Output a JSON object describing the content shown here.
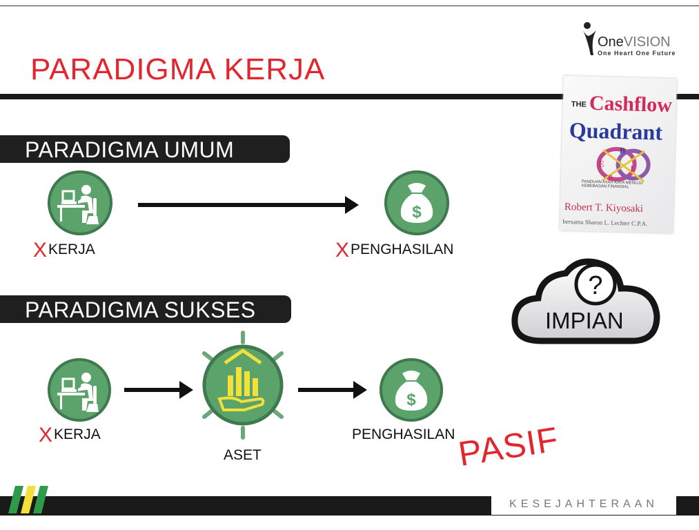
{
  "slide": {
    "title": "PARADIGMA KERJA",
    "footer_label": "KESEJAHTERAAN"
  },
  "logo": {
    "name_one": "One",
    "name_vision": "VISION",
    "tagline": "One Heart One Future"
  },
  "book": {
    "the": "THE",
    "title_line1": "Cashflow",
    "title_line2": "Quadrant",
    "subtitle": "PANDUAN AYAH KAYA MENUJU KEBEBASAN FINANSIAL",
    "author": "Robert T. Kiyosaki",
    "coauthor": "bersama Sharon L. Lechter C.P.A."
  },
  "umum": {
    "heading": "PARADIGMA UMUM",
    "kerja_label": "KERJA",
    "penghasilan_label": "PENGHASILAN"
  },
  "sukses": {
    "heading": "PARADIGMA SUKSES",
    "kerja_label": "KERJA",
    "aset_label": "ASET",
    "penghasilan_label": "PENGHASILAN",
    "pasif_label": "PASIF"
  },
  "dream": {
    "question": "?",
    "label": "IMPIAN"
  },
  "marks": {
    "x": "X"
  },
  "colors": {
    "accent_red": "#e3262e",
    "icon_green": "#5ba36b",
    "dark_bar": "#1a1a1a"
  }
}
